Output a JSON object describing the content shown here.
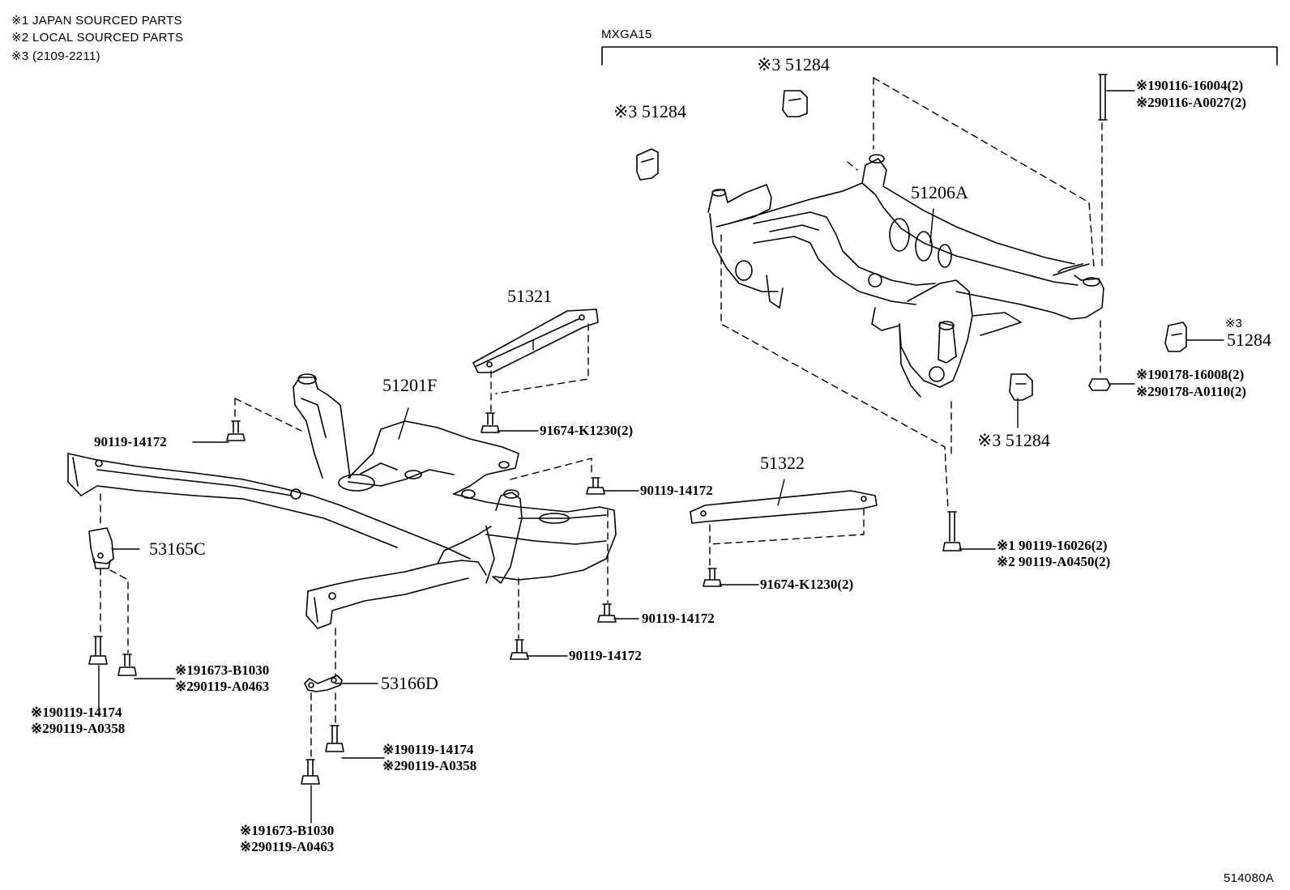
{
  "notes": [
    "※1 JAPAN SOURCED PARTS",
    "※2 LOCAL SOURCED PARTS",
    "※3 (2109-2211)"
  ],
  "model": "MXGA15",
  "figure_code": "514080A",
  "parts": {
    "p51321": "51321",
    "p51201F": "51201F",
    "p51322": "51322",
    "p51206A": "51206A",
    "p53165C": "53165C",
    "p53166D": "53166D",
    "p51284_a": "※3 51284",
    "p51284_b": "※3 51284",
    "p51284_c_mark": "※3",
    "p51284_c": "51284",
    "p51284_d": "※3 51284",
    "b90119_14172_a": "90119-14172",
    "b91674_k1230_a": "91674-K1230(2)",
    "b90119_14172_b": "90119-14172",
    "b91674_k1230_b": "91674-K1230(2)",
    "b90119_14172_c": "90119-14172",
    "b90119_14172_d": "90119-14172",
    "b91673_1": "※191673-B1030",
    "b90119_a0463_1": "※290119-A0463",
    "b90119_14174_1": "※190119-14174",
    "b90119_a0358_1": "※290119-A0358",
    "b90119_14174_2": "※190119-14174",
    "b90119_a0358_2": "※290119-A0358",
    "b91673_2": "※191673-B1030",
    "b90119_a0463_2": "※290119-A0463",
    "b90116_16004": "※190116-16004(2)",
    "b90116_a0027": "※290116-A0027(2)",
    "b90178_16008": "※190178-16008(2)",
    "b90178_a0110": "※290178-A0110(2)",
    "b90119_16026": "※1 90119-16026(2)",
    "b90119_a0450": "※2 90119-A0450(2)"
  }
}
